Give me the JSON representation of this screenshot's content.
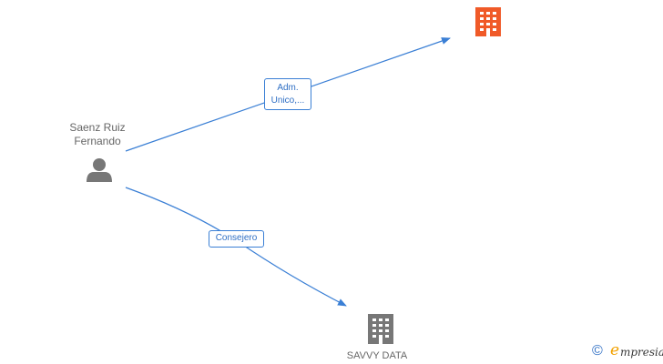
{
  "nodes": {
    "person": {
      "name_line1": "Saenz Ruiz",
      "name_line2": "Fernando",
      "icon": "person-icon"
    },
    "company_top": {
      "icon": "building-icon",
      "color": "#f05a28"
    },
    "company_bottom": {
      "name": "SAVVY DATA",
      "icon": "building-icon",
      "color": "#777777"
    }
  },
  "edges": {
    "to_top": {
      "label_line1": "Adm.",
      "label_line2": "Unico,..."
    },
    "to_bottom": {
      "label": "Consejero"
    }
  },
  "colors": {
    "edge": "#3a7fd5",
    "label_text": "#2f6fc4",
    "node_text": "#666666"
  },
  "brand": {
    "copyright": "©",
    "initial": "e",
    "rest": "mpresia"
  }
}
